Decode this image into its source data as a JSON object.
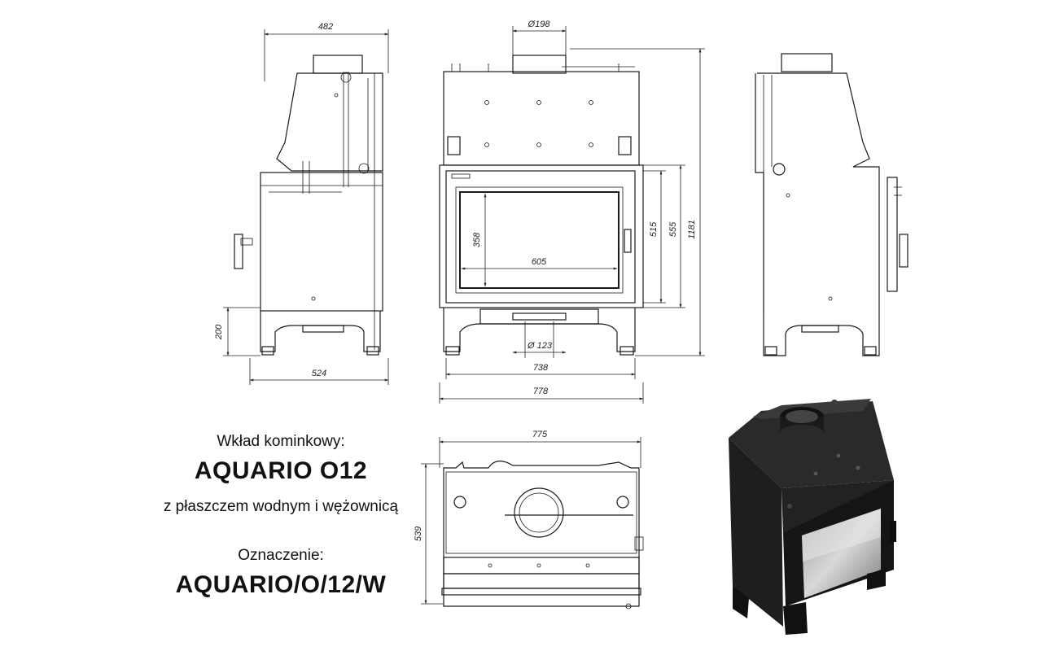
{
  "caption": {
    "line1": "Wkład kominkowy:",
    "model": "AQUARIO O12",
    "line3": "z płaszczem wodnym i wężownicą",
    "label": "Oznaczenie:",
    "code": "AQUARIO/O/12/W"
  },
  "dimensions": {
    "side_width": "482",
    "flue_diameter": "Ø198",
    "side_base_width": "524",
    "side_leg_height": "200",
    "glass_height": "358",
    "glass_width": "605",
    "door_height_inner": "515",
    "door_height_outer": "555",
    "total_height": "1181",
    "air_inlet_diameter": "Ø 123",
    "base_width_inner": "738",
    "total_width_front": "778",
    "top_width": "775",
    "top_depth": "539"
  }
}
